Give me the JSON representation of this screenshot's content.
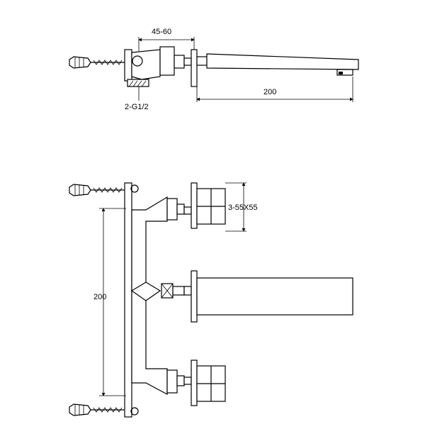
{
  "title": "",
  "side_view": {
    "dim_depth": "45-60",
    "dim_spout": "200",
    "thread": "2-G1/2"
  },
  "front_view": {
    "dim_handle": "3-55X55",
    "dim_centers": "200"
  },
  "colors": {
    "line": "#000000",
    "background": "#ffffff"
  }
}
